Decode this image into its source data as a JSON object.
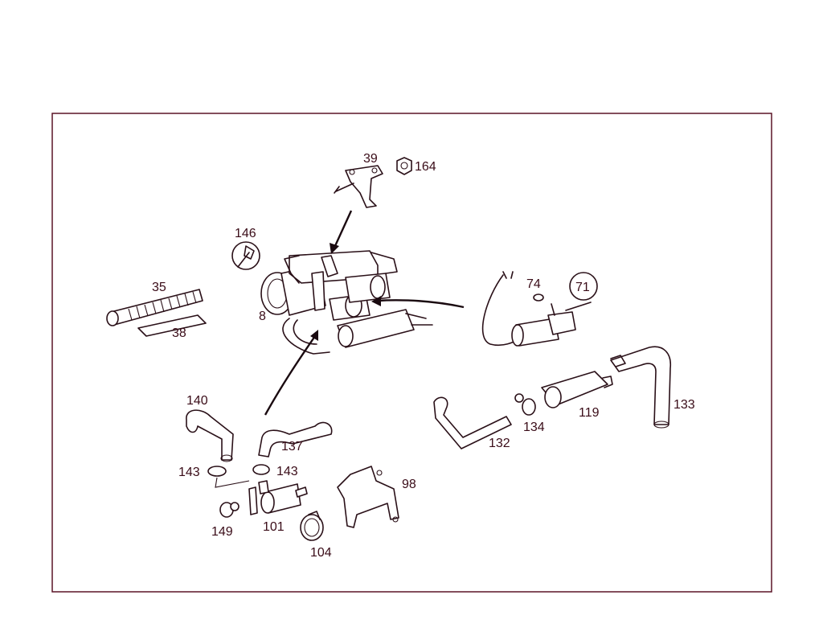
{
  "diagram": {
    "part_numbers": [
      {
        "id": "p39",
        "text": "39"
      },
      {
        "id": "p164",
        "text": "164"
      },
      {
        "id": "p146",
        "text": "146"
      },
      {
        "id": "p35",
        "text": "35"
      },
      {
        "id": "p38",
        "text": "38"
      },
      {
        "id": "p8",
        "text": "8"
      },
      {
        "id": "p74",
        "text": "74"
      },
      {
        "id": "p71",
        "text": "71"
      },
      {
        "id": "p140",
        "text": "140"
      },
      {
        "id": "p137",
        "text": "137"
      },
      {
        "id": "p132",
        "text": "132"
      },
      {
        "id": "p134",
        "text": "134"
      },
      {
        "id": "p119",
        "text": "119"
      },
      {
        "id": "p133",
        "text": "133"
      },
      {
        "id": "p143a",
        "text": "143"
      },
      {
        "id": "p143b",
        "text": "143"
      },
      {
        "id": "p98",
        "text": "98"
      },
      {
        "id": "p149",
        "text": "149"
      },
      {
        "id": "p101",
        "text": "101"
      },
      {
        "id": "p104",
        "text": "104"
      }
    ]
  }
}
